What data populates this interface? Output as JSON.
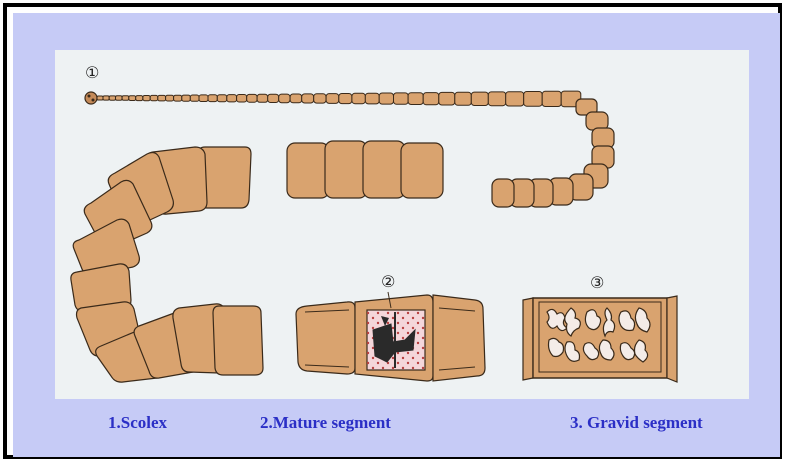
{
  "figure": {
    "markers": [
      "①",
      "②",
      "③"
    ],
    "captions": [
      "1.Scolex",
      "2.Mature segment",
      "3. Gravid segment"
    ]
  },
  "colors": {
    "frame": "#000000",
    "panel": "#c6cbf6",
    "illustration_bg": "#eef2f3",
    "segment_fill": "#d9a36f",
    "segment_outline": "#3a2a1a",
    "caption_text": "#2b2fc6",
    "ovary_fill": "#f4d6da"
  }
}
